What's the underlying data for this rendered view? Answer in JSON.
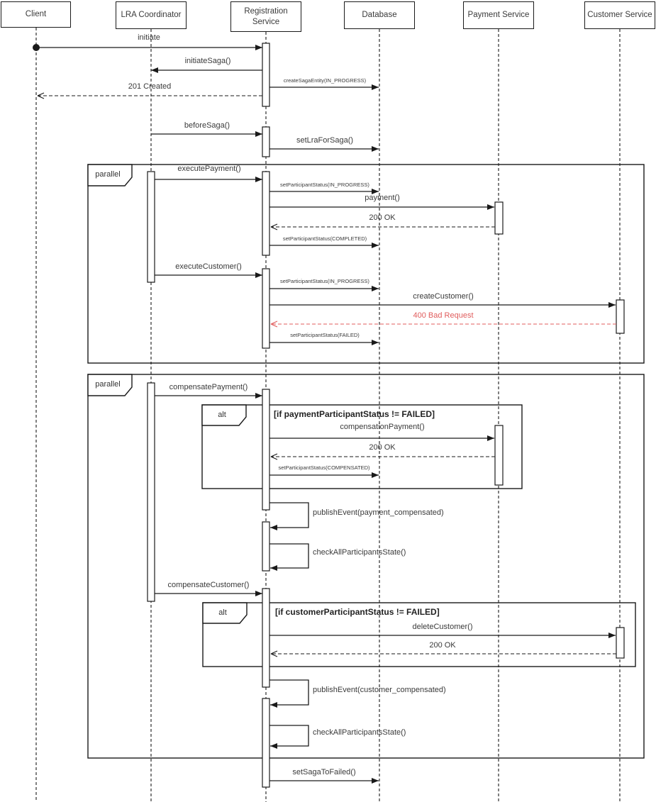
{
  "participants": [
    {
      "name": "Client"
    },
    {
      "name": "LRA Coordinator"
    },
    {
      "name": "Registration Service"
    },
    {
      "name": "Database"
    },
    {
      "name": "Payment Service"
    },
    {
      "name": "Customer Service"
    }
  ],
  "fragments": {
    "parallel_label": "parallel",
    "alt_label": "alt",
    "guard_payment": "[if paymentParticipantStatus != FAILED]",
    "guard_customer": "[if customerParticipantStatus != FAILED]"
  },
  "messages": {
    "initiate": "initiate",
    "initiate_saga": "initiateSaga()",
    "create_saga_entity": "createSagaEntity(IN_PROGRESS)",
    "created_201": "201 Created",
    "before_saga": "beforeSaga()",
    "set_lra_for_saga": "setLraForSaga()",
    "execute_payment": "executePayment()",
    "set_participant_in_progress": "setParticipantStatus(IN_PROGRESS)",
    "payment": "payment()",
    "ok_200": "200 OK",
    "set_participant_completed": "setParticipantStatus(COMPLETED)",
    "execute_customer": "executeCustomer()",
    "create_customer": "createCustomer()",
    "bad_request_400": "400 Bad Request",
    "set_participant_failed": "setParticipantStatus(FAILED)",
    "compensate_payment": "compensatePayment()",
    "compensation_payment": "compensationPayment()",
    "set_participant_compensated": "setParticipantStatus(COMPENSATED)",
    "publish_event_payment": "publishEvent(payment_compensated)",
    "check_all_participants_state": "checkAllParticipantsState()",
    "compensate_customer": "compensateCustomer()",
    "delete_customer": "deleteCustomer()",
    "publish_event_customer": "publishEvent(customer_compensated)",
    "set_saga_to_failed": "setSagaToFailed()"
  },
  "colors": {
    "line": "#1a1a1a",
    "error": "#e05c5c",
    "background": "#ffffff"
  }
}
